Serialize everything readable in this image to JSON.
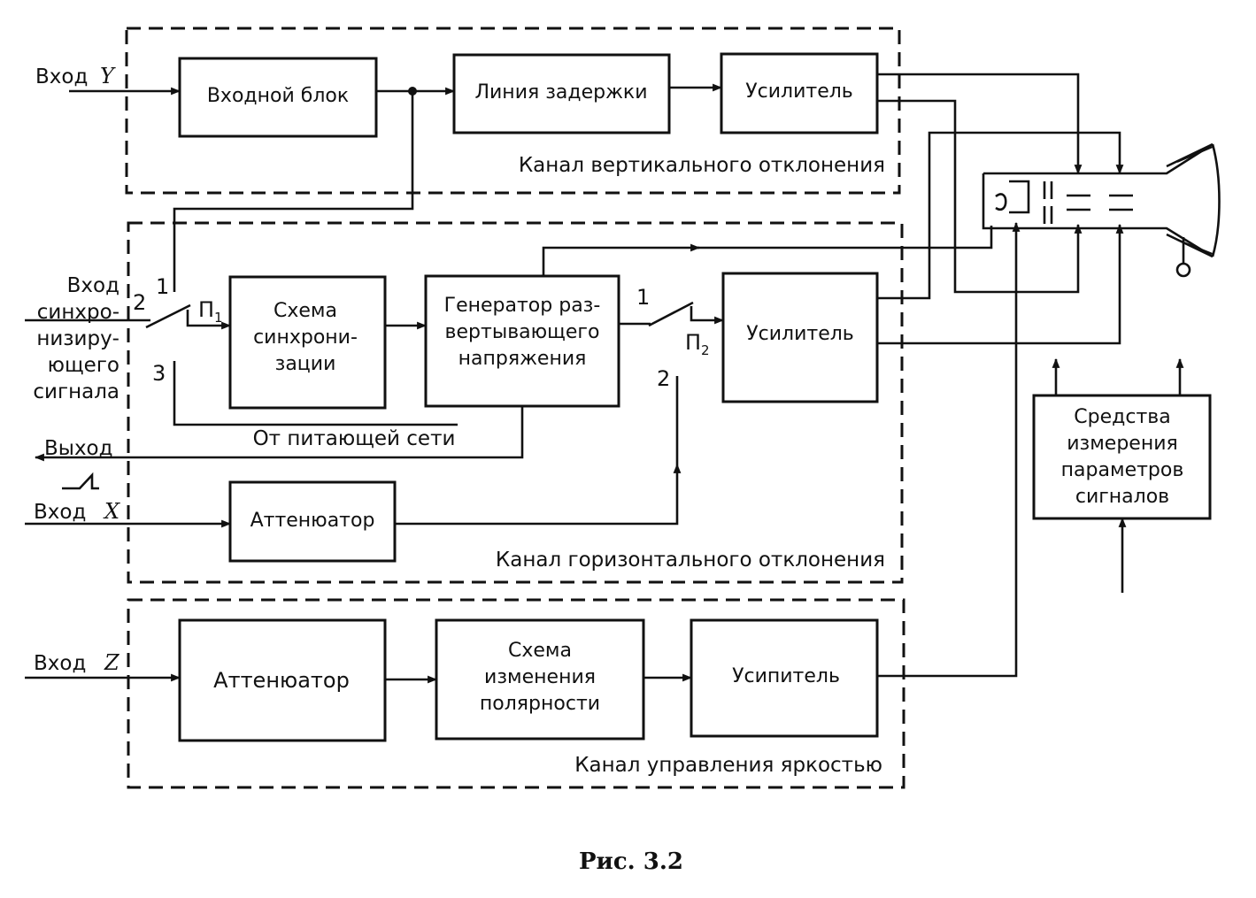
{
  "figure": {
    "caption": "Рис. 3.2"
  },
  "channels": {
    "vertical": "Канал вертикального отклонения",
    "horizontal": "Канал горизонтального отклонения",
    "brightness": "Канал управления яркостью"
  },
  "inputs": {
    "y_word": "Вход",
    "y_letter": "Y",
    "sync": [
      "Вход",
      "синхро-",
      "низиру-",
      "ющего",
      "сигнала"
    ],
    "out": "Выход",
    "x_word": "Вход",
    "x_letter": "X",
    "z_word": "Вход",
    "z_letter": "Z"
  },
  "blocks": {
    "input_block": "Входной блок",
    "delay_line": "Линия задержки",
    "amp_v": "Усилитель",
    "sync_scheme": [
      "Схема",
      "синхрони-",
      "зации"
    ],
    "sweep_gen": [
      "Генератор раз-",
      "вертывающего",
      "напряжения"
    ],
    "amp_h": "Усилитель",
    "atten_x": "Аттенюатор",
    "atten_z": "Аттенюатор",
    "polarity": [
      "Схема",
      "изменения",
      "полярности"
    ],
    "amp_z": "Усипитель",
    "measure": [
      "Средства",
      "измерения",
      "параметров",
      "сигналов"
    ]
  },
  "switches": {
    "p1": {
      "name": "П",
      "sub": "1",
      "pos1": "1",
      "pos2": "2",
      "pos3": "3"
    },
    "p2": {
      "name": "П",
      "sub": "2",
      "pos1": "1",
      "pos2": "2"
    }
  },
  "labels": {
    "mains": "От питающей сети"
  }
}
